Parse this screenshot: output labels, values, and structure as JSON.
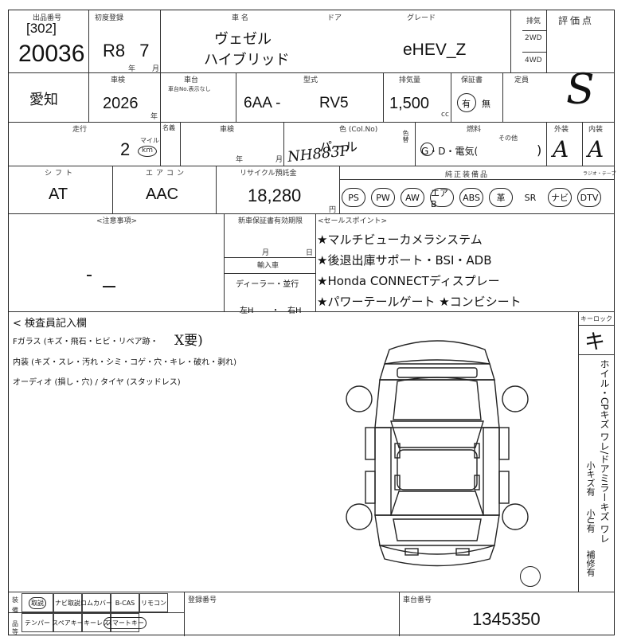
{
  "header": {
    "exhibit_label": "出品番号",
    "lot_bracket": "[302]",
    "lot_number": "20036",
    "first_reg_label": "初度登録",
    "first_reg_value": "R8 7",
    "car_name_label": "車 名",
    "door_label": "ドア",
    "grade_label": "グレード",
    "car_name_line1": "ヴェゼル",
    "car_name_line2": "ハイブリッド",
    "grade_value": "eHEV_Z",
    "drive_options": [
      "2WD",
      "4WD"
    ],
    "score_label": "評価点",
    "score_value": "S"
  },
  "row2": {
    "region": "愛知",
    "inspection_label": "車検",
    "inspection_value": "2026",
    "year_unit": "年",
    "vin_label": "車台",
    "vin_note": "車台No.表示なし",
    "model_label": "型式",
    "model_prefix": "6AA -",
    "model_code": "RV5",
    "displacement_label": "排気量",
    "displacement_value": "1,500",
    "cc_unit": "cc",
    "warranty_label": "保証書",
    "warranty_yes": "有",
    "warranty_no": "無",
    "capacity_label": "定員"
  },
  "row3": {
    "mileage_label": "走行",
    "mileage_value": "2",
    "mileage_unit_mile": "マイル",
    "mileage_unit_km": "km",
    "color_label": "色 (Col.No)",
    "color_name": "パール",
    "color_code": "NH883P",
    "fuel_label": "燃料",
    "fuel_value": "G・D・電気(",
    "fuel_other": "その他",
    "exterior_label": "外装",
    "exterior_value": "A",
    "interior_label": "内装",
    "interior_value": "A"
  },
  "row4": {
    "shift_label": "シフト",
    "shift_value": "AT",
    "ac_label": "エアコン",
    "ac_value": "AAC",
    "recycle_label": "リサイクル預託金",
    "recycle_value": "18,280",
    "yen_unit": "円",
    "equipment_label": "純正装備品",
    "equipment_chips": [
      "PS",
      "PW",
      "AW",
      "エアB",
      "ABS",
      "革",
      "SR",
      "ナビ",
      "DTV"
    ],
    "circled_chips": [
      true,
      true,
      true,
      true,
      true,
      true,
      false,
      true,
      true
    ],
    "radio_label": "ラジオ・テープ"
  },
  "notes": {
    "caution_label": "<注意事項>",
    "warranty_expiry_label": "新車保証書有効期限",
    "month_label": "月",
    "day_label": "日",
    "import_label": "輸入車",
    "dealer_label": "ディーラー・並行",
    "left_h": "左H",
    "right_h": "右H",
    "sales_points_label": "<セールスポイント>",
    "sales_points": [
      "★マルチビューカメラシステム",
      "★後退出庫サポート・BSI・ADB",
      "★Honda CONNECTディスプレー",
      "★パワーテールゲート ★コンビシート"
    ]
  },
  "inspection": {
    "title": "< 検査員記入欄",
    "lines": [
      "Fガラス (キズ・飛石・ヒビ・リペア跡・",
      "内装 (キズ・スレ・汚れ・シミ・コゲ・穴・キレ・破れ・剥れ)",
      "オーディオ (損し・穴) / タイヤ (スタッドレス)"
    ],
    "glass_mark": "X要)",
    "key_lock_label": "キーロック",
    "key_mark": "キ",
    "right_legend": "ホイル・CPキズ ワレ/ドアミラーキズ ワレ",
    "legend_small": "小キズ有",
    "legend_small_u": "小U有",
    "legend_repair": "補修有"
  },
  "footer": {
    "items_top": [
      "取説",
      "ナビ取説",
      "ロムカバー",
      "B-CAS",
      "リモコン"
    ],
    "items_bottom": [
      "テンパー",
      "スペアキー",
      "キーレス",
      "スマートキー"
    ],
    "circled_top": [
      true,
      false,
      false,
      false,
      false
    ],
    "circled_bottom": [
      false,
      false,
      false,
      true
    ],
    "reg_no_label": "登録番号",
    "chassis_label": "車台番号",
    "chassis_value": "1345350"
  }
}
